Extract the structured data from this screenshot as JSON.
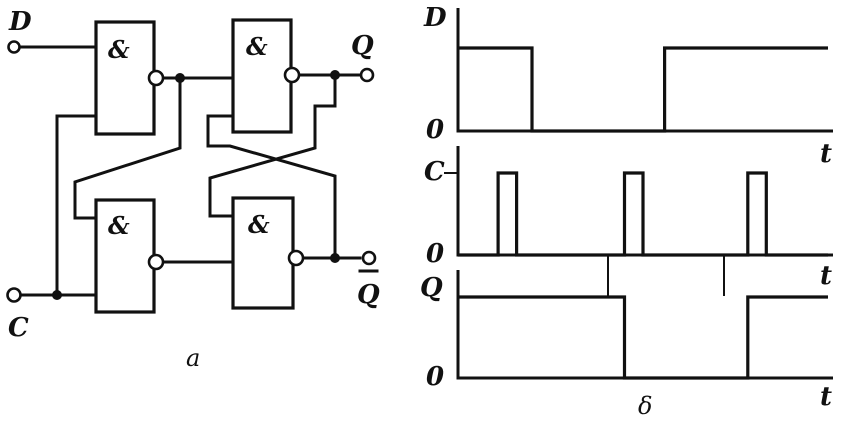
{
  "circuit": {
    "input_d": "D",
    "input_c": "C",
    "output_q": "Q",
    "output_q_bar": "Q",
    "gate_symbol": "&",
    "caption": "a"
  },
  "timing": {
    "signals": [
      {
        "name": "D",
        "zero_label": "0",
        "t_label": "t",
        "transitions": [
          [
            0,
            1
          ],
          [
            0.24,
            0
          ],
          [
            0.67,
            1
          ],
          [
            1.2,
            1
          ]
        ]
      },
      {
        "name": "C",
        "zero_label": "0",
        "t_label": "t",
        "transitions": [
          [
            0,
            0
          ],
          [
            0.13,
            1
          ],
          [
            0.19,
            0
          ],
          [
            0.54,
            1
          ],
          [
            0.6,
            0
          ],
          [
            0.94,
            1
          ],
          [
            1.0,
            0
          ],
          [
            1.2,
            0
          ]
        ]
      },
      {
        "name": "Q",
        "zero_label": "0",
        "t_label": "t",
        "transitions": [
          [
            0,
            1
          ],
          [
            0.54,
            0
          ],
          [
            0.94,
            1
          ],
          [
            1.2,
            1
          ]
        ]
      }
    ],
    "caption": "δ"
  }
}
